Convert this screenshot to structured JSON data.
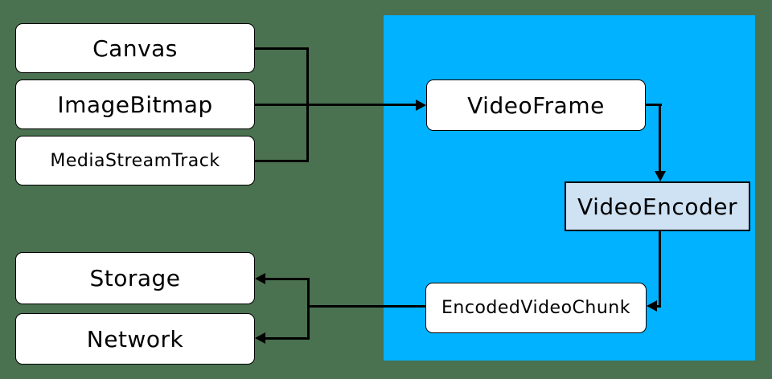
{
  "diagram": {
    "title": "WebCodecs video encode pipeline diagram",
    "colors": {
      "background": "#4a7150",
      "pipeline_region": "#00b2ff",
      "node_fill": "#ffffff",
      "encoder_node_fill": "#cfe2f3",
      "line": "#000000",
      "text": "#000000"
    },
    "nodes": {
      "canvas": {
        "label": "Canvas"
      },
      "image_bitmap": {
        "label": "ImageBitmap"
      },
      "media_stream_track": {
        "label": "MediaStreamTrack"
      },
      "video_frame": {
        "label": "VideoFrame"
      },
      "video_encoder": {
        "label": "VideoEncoder"
      },
      "encoded_video_chunk": {
        "label": "EncodedVideoChunk"
      },
      "storage": {
        "label": "Storage"
      },
      "network": {
        "label": "Network"
      }
    },
    "connections": [
      {
        "from": "Canvas",
        "to": "VideoFrame",
        "via": "shared input trunk"
      },
      {
        "from": "ImageBitmap",
        "to": "VideoFrame",
        "arrow": "right"
      },
      {
        "from": "MediaStreamTrack",
        "to": "VideoFrame",
        "via": "shared input trunk"
      },
      {
        "from": "VideoFrame",
        "to": "VideoEncoder",
        "arrow": "down"
      },
      {
        "from": "VideoEncoder",
        "to": "EncodedVideoChunk",
        "arrow": "left"
      },
      {
        "from": "EncodedVideoChunk",
        "to": "Storage",
        "arrow": "left"
      },
      {
        "from": "EncodedVideoChunk",
        "to": "Network",
        "arrow": "left"
      }
    ]
  }
}
